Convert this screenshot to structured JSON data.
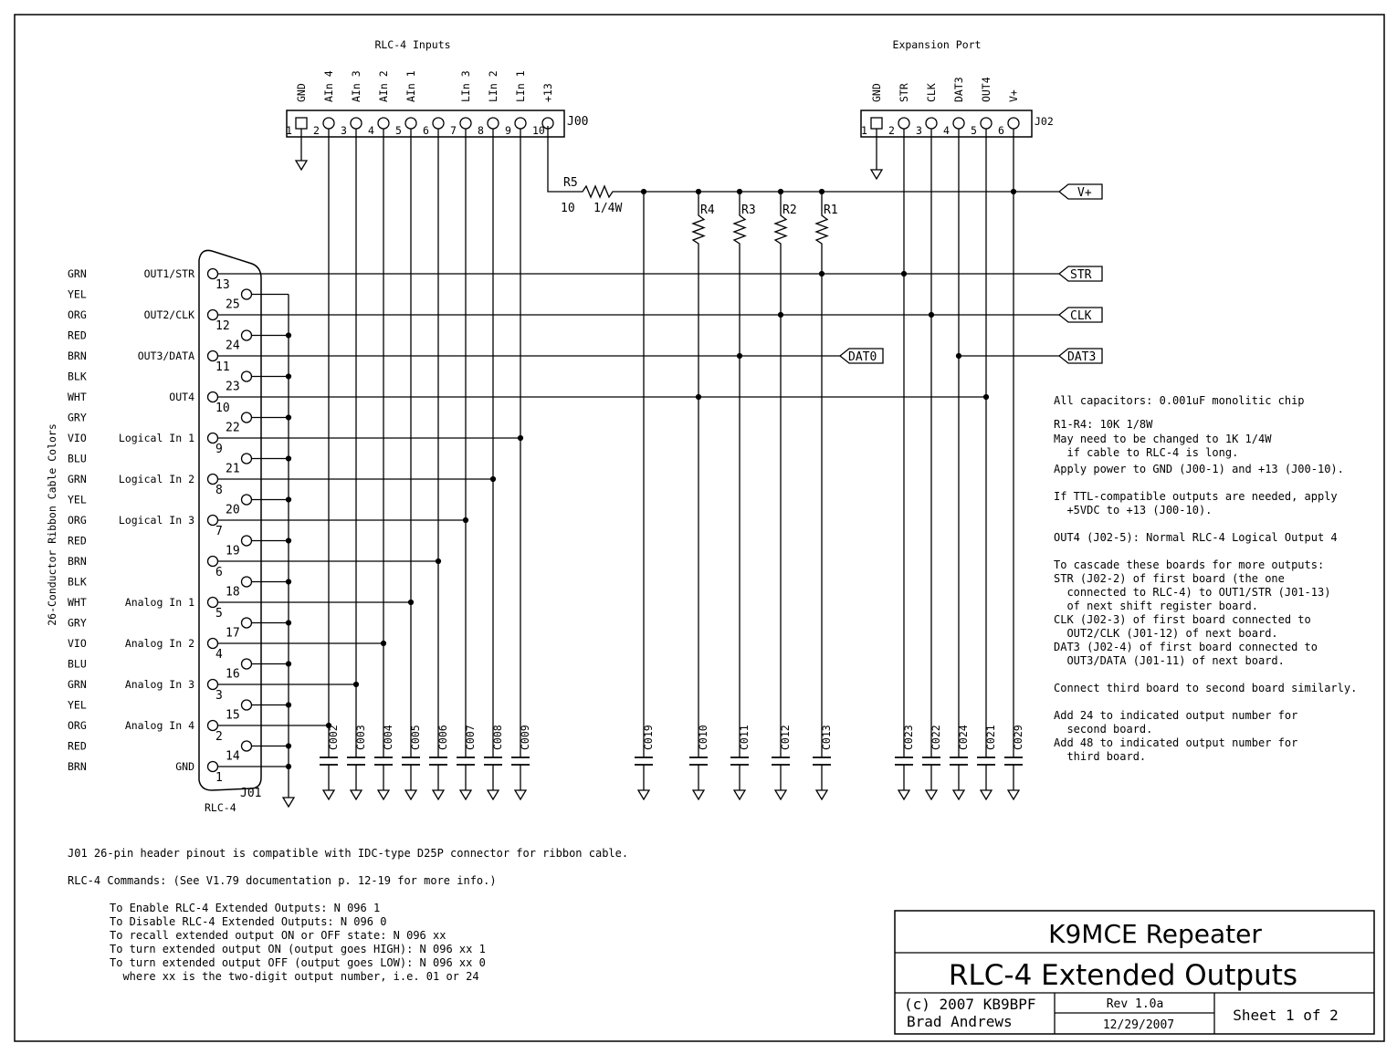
{
  "headers": {
    "rlc_inputs": "RLC-4 Inputs",
    "expansion_port": "Expansion Port"
  },
  "j00": {
    "ref": "J00",
    "pin_labels": [
      "GND",
      "AIn 4",
      "AIn 3",
      "AIn 2",
      "AIn 1",
      "",
      "LIn 3",
      "LIn 2",
      "LIn 1",
      "+13"
    ],
    "pin_numbers": [
      "1",
      "2",
      "3",
      "4",
      "5",
      "6",
      "7",
      "8",
      "9",
      "10"
    ]
  },
  "j02": {
    "ref": "J02",
    "pin_labels": [
      "GND",
      "STR",
      "CLK",
      "DAT3",
      "OUT4",
      "V+"
    ],
    "pin_numbers": [
      "1",
      "2",
      "3",
      "4",
      "5",
      "6"
    ]
  },
  "r5": {
    "ref": "R5",
    "value": "10",
    "rating": "1/4W"
  },
  "resistors": [
    "R4",
    "R3",
    "R2",
    "R1"
  ],
  "net_flags": {
    "vplus": "V+",
    "str": "STR",
    "clk": "CLK",
    "dat3": "DAT3",
    "dat0": "DAT0"
  },
  "j01": {
    "ref": "J01",
    "name": "RLC-4"
  },
  "cable_title": "26-Conductor Ribbon Cable Colors",
  "cable_colors": [
    "GRN",
    "YEL",
    "ORG",
    "RED",
    "BRN",
    "BLK",
    "WHT",
    "GRY",
    "VIO",
    "BLU",
    "GRN",
    "YEL",
    "ORG",
    "RED",
    "BRN",
    "BLK",
    "WHT",
    "GRY",
    "VIO",
    "BLU",
    "GRN",
    "YEL",
    "ORG",
    "RED",
    "BRN"
  ],
  "j01_pins": [
    {
      "num": "13",
      "label": "OUT1/STR"
    },
    {
      "num": "25",
      "label": ""
    },
    {
      "num": "12",
      "label": "OUT2/CLK"
    },
    {
      "num": "24",
      "label": ""
    },
    {
      "num": "11",
      "label": "OUT3/DATA"
    },
    {
      "num": "23",
      "label": ""
    },
    {
      "num": "10",
      "label": "OUT4"
    },
    {
      "num": "22",
      "label": ""
    },
    {
      "num": "9",
      "label": "Logical In 1"
    },
    {
      "num": "21",
      "label": ""
    },
    {
      "num": "8",
      "label": "Logical In 2"
    },
    {
      "num": "20",
      "label": ""
    },
    {
      "num": "7",
      "label": "Logical In 3"
    },
    {
      "num": "19",
      "label": ""
    },
    {
      "num": "6",
      "label": ""
    },
    {
      "num": "18",
      "label": ""
    },
    {
      "num": "5",
      "label": "Analog In 1"
    },
    {
      "num": "17",
      "label": ""
    },
    {
      "num": "4",
      "label": "Analog In 2"
    },
    {
      "num": "16",
      "label": ""
    },
    {
      "num": "3",
      "label": "Analog In 3"
    },
    {
      "num": "15",
      "label": ""
    },
    {
      "num": "2",
      "label": "Analog In 4"
    },
    {
      "num": "14",
      "label": ""
    },
    {
      "num": "1",
      "label": "GND"
    }
  ],
  "capacitors": [
    "C002",
    "C003",
    "C004",
    "C005",
    "C006",
    "C007",
    "C008",
    "C009",
    "C019",
    "C010",
    "C011",
    "C012",
    "C013",
    "C023",
    "C022",
    "C024",
    "C021",
    "C029"
  ],
  "notes": [
    "All capacitors: 0.001uF monolitic chip",
    "R1-R4: 10K 1/8W",
    "May need to be changed to 1K 1/4W",
    "  if cable to RLC-4 is long.",
    "Apply power to GND (J00-1) and +13 (J00-10).",
    "If TTL-compatible outputs are needed, apply",
    "  +5VDC to +13 (J00-10).",
    "OUT4 (J02-5): Normal RLC-4 Logical Output 4",
    "To cascade these boards for more outputs:",
    "STR (J02-2) of first board (the one",
    "  connected to RLC-4) to OUT1/STR (J01-13)",
    "  of next shift register board.",
    "CLK (J02-3) of first board connected to",
    "  OUT2/CLK (J01-12) of next board.",
    "DAT3 (J02-4) of first board connected to",
    "  OUT3/DATA (J01-11) of next board.",
    "Connect third board to second board similarly.",
    "Add 24 to indicated output number for",
    "  second board.",
    "Add 48 to indicated output number for",
    "  third board."
  ],
  "bottom_notes": [
    "J01 26-pin header pinout is compatible with IDC-type D25P connector for ribbon cable.",
    "RLC-4 Commands: (See V1.79 documentation p. 12-19 for more info.)"
  ],
  "commands": [
    "To Enable RLC-4 Extended Outputs: N 096 1",
    "To Disable RLC-4 Extended Outputs: N 096 0",
    "To recall extended output ON or OFF state: N 096 xx",
    "To turn extended output ON (output goes HIGH): N 096 xx 1",
    "To turn extended output OFF (output goes LOW): N 096 xx 0",
    "  where xx is the two-digit output number, i.e. 01 or 24"
  ],
  "title_block": {
    "title1": "K9MCE Repeater",
    "title2": "RLC-4 Extended Outputs",
    "copyright": "(c) 2007 KB9BPF",
    "author": "Brad Andrews",
    "rev": "Rev 1.0a",
    "date": "12/29/2007",
    "sheet": "Sheet 1 of 2"
  }
}
